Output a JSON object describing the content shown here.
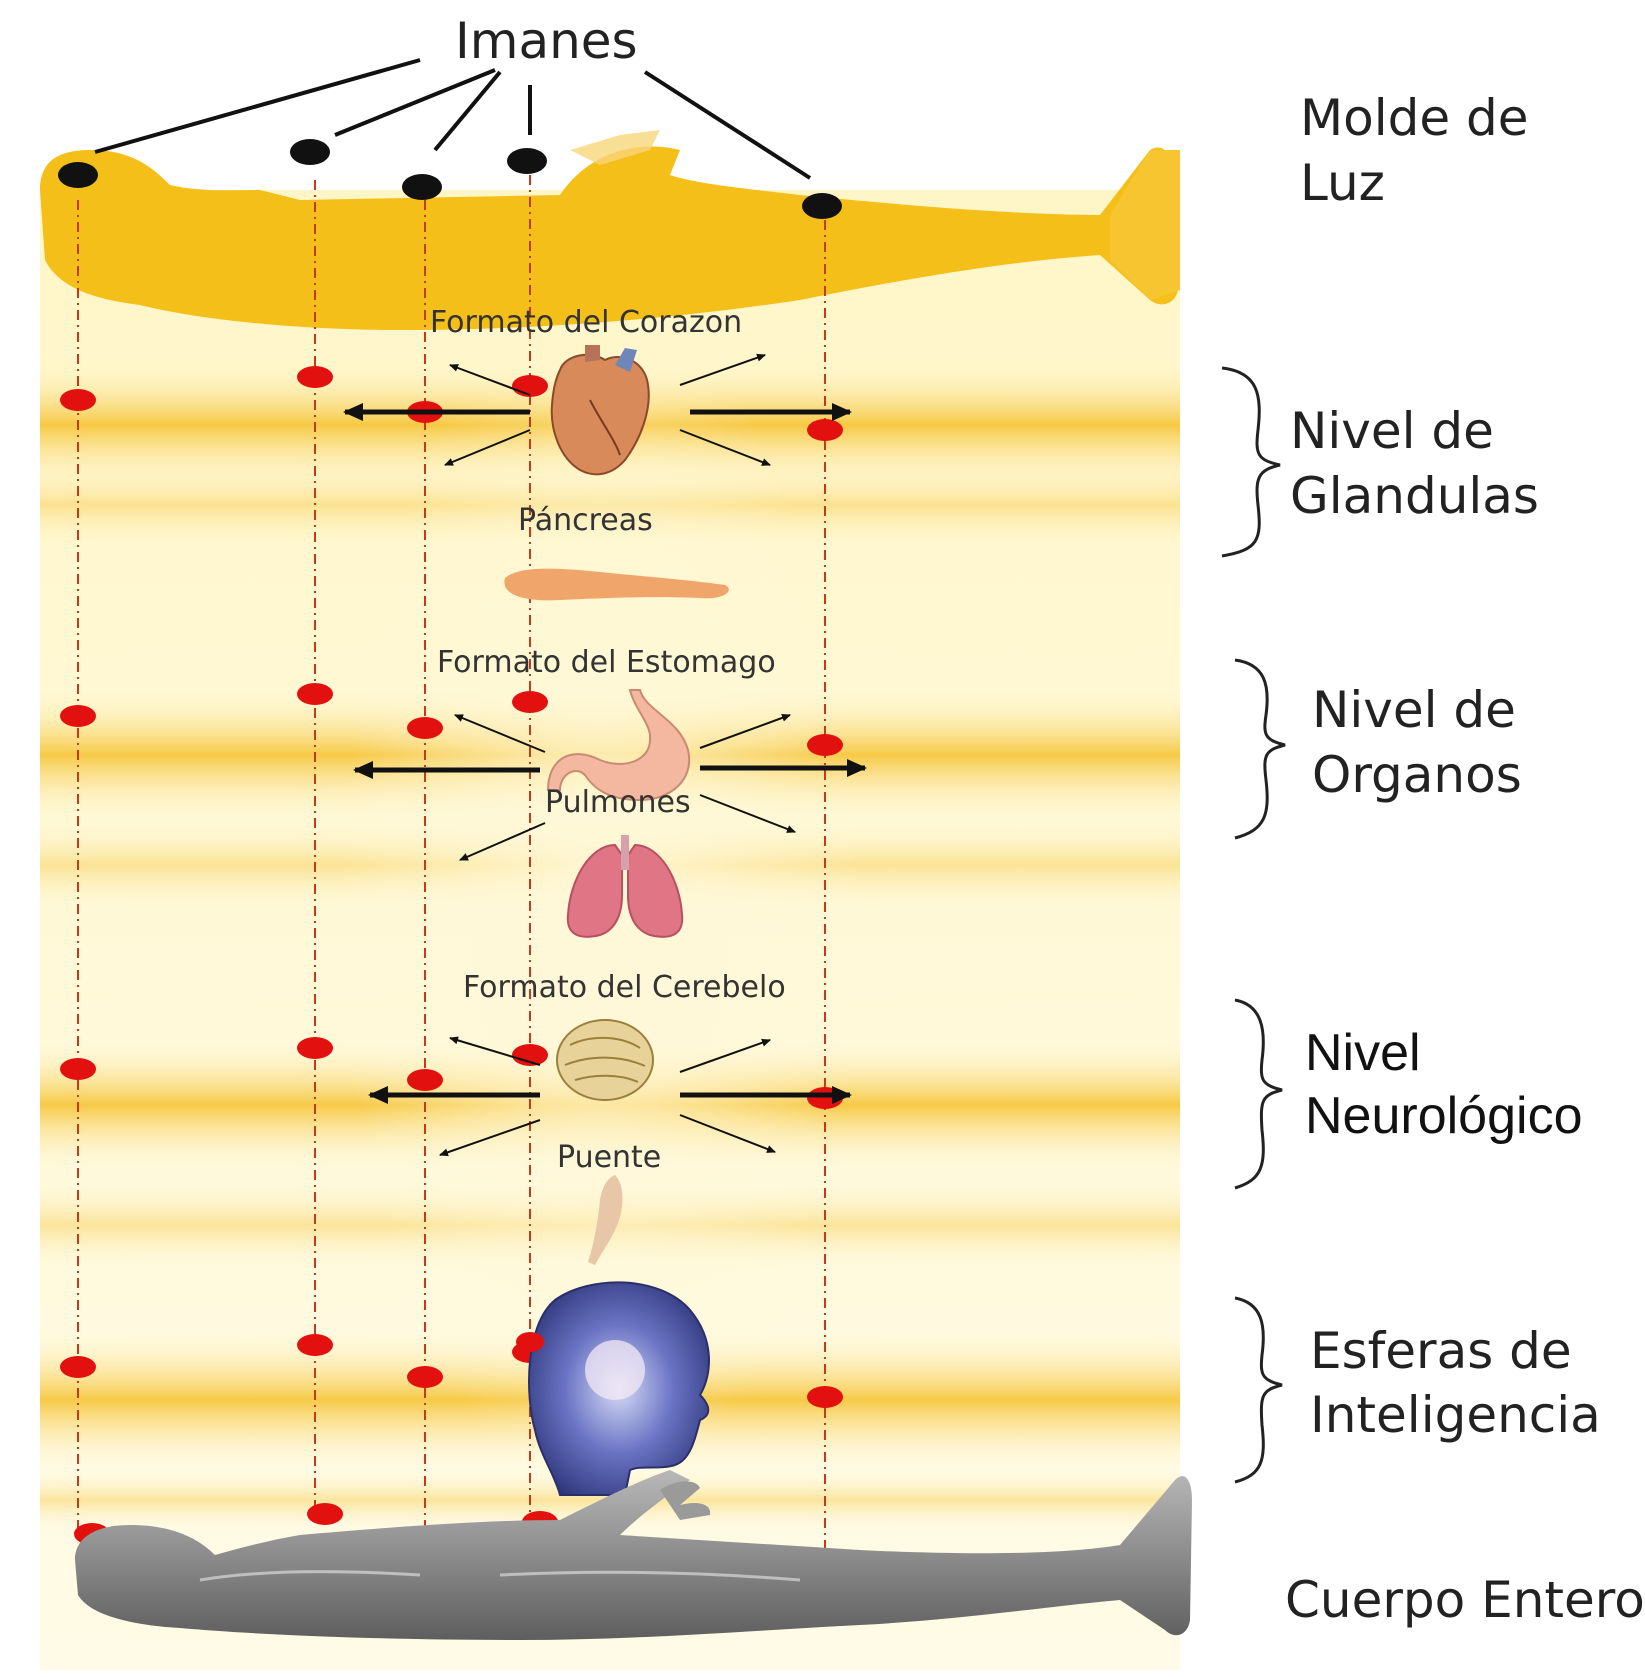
{
  "title_magnets": "Imanes",
  "levels": [
    {
      "line1": "Molde de",
      "line2": "Luz"
    },
    {
      "line1": "Nivel de",
      "line2": "Glandulas"
    },
    {
      "line1": "Nivel de",
      "line2": "Organos"
    },
    {
      "line1": "Nivel",
      "line2": "Neurológico"
    },
    {
      "line1": "Esferas de",
      "line2": "Inteligencia"
    },
    {
      "line1": "Cuerpo Entero",
      "line2": ""
    }
  ],
  "organs": {
    "heart": "Formato del Corazon",
    "pancreas": "Páncreas",
    "stomach": "Formato del Estomago",
    "lungs": "Pulmones",
    "cerebellum": "Formato del Cerebelo",
    "pons": "Puente"
  },
  "colors": {
    "light_body": "#f5bf1a",
    "band": "#f7c93a",
    "marker": "#e31010",
    "magnet": "#111111",
    "physical_body": "#8a8a8a"
  }
}
